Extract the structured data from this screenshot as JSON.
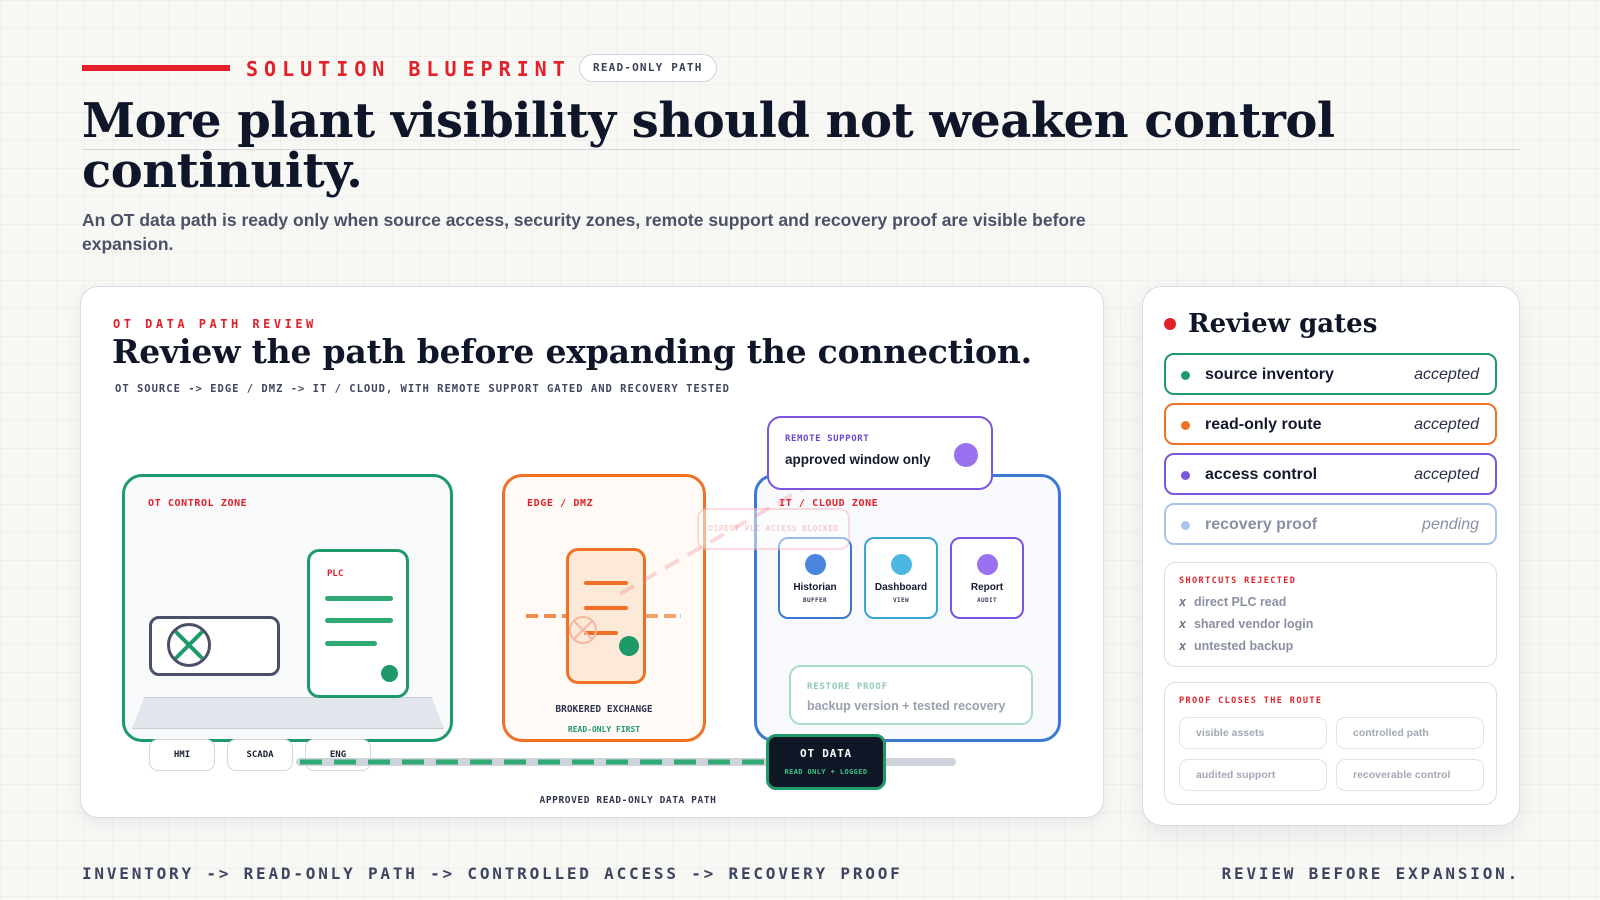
{
  "header": {
    "eyebrow": "SOLUTION BLUEPRINT",
    "pill": "READ-ONLY PATH",
    "headline": "More plant visibility should not weaken control continuity.",
    "subhead": "An OT data path is ready only when source access, security zones, remote support and recovery proof are visible before expansion."
  },
  "diagram": {
    "eyebrow": "OT DATA PATH REVIEW",
    "title": "Review the path before expanding the connection.",
    "subtitle": "OT SOURCE -> EDGE / DMZ -> IT / CLOUD, WITH REMOTE SUPPORT GATED AND RECOVERY TESTED",
    "zones": {
      "ot": "OT CONTROL ZONE",
      "edge": "EDGE / DMZ",
      "it": "IT / CLOUD ZONE"
    },
    "plc_label": "PLC",
    "chips": [
      "HMI",
      "SCADA",
      "ENG"
    ],
    "edge_caption": "BROKERED EXCHANGE",
    "edge_caption2": "READ-ONLY FIRST",
    "blocked": "DIRECT PLC ACCESS BLOCKED",
    "apps": [
      {
        "name": "Historian",
        "tag": "BUFFER",
        "color": "#4a86dd",
        "border": "#3a79d4"
      },
      {
        "name": "Dashboard",
        "tag": "VIEW",
        "color": "#4bb8e4",
        "border": "#3aa6d4"
      },
      {
        "name": "Report",
        "tag": "AUDIT",
        "color": "#9a72f0",
        "border": "#7c55de"
      }
    ],
    "restore": {
      "label": "RESTORE PROOF",
      "text": "backup version + tested recovery"
    },
    "remote": {
      "label": "REMOTE SUPPORT",
      "text": "approved window only"
    },
    "otdata": {
      "title": "OT DATA",
      "sub": "READ ONLY + LOGGED"
    },
    "path_caption": "APPROVED READ-ONLY DATA PATH"
  },
  "panel": {
    "title": "Review gates",
    "gates": [
      {
        "name": "source inventory",
        "status": "accepted",
        "color": "#1e9a6a"
      },
      {
        "name": "read-only route",
        "status": "accepted",
        "color": "#f07126"
      },
      {
        "name": "access control",
        "status": "accepted",
        "color": "#7c55de"
      },
      {
        "name": "recovery proof",
        "status": "pending",
        "color": "#a9c4ec"
      }
    ],
    "shortcuts": {
      "heading": "SHORTCUTS REJECTED",
      "items": [
        "direct PLC read",
        "shared vendor login",
        "untested backup"
      ],
      "marker": "x"
    },
    "proof": {
      "heading": "PROOF CLOSES THE ROUTE",
      "items": [
        "visible assets",
        "controlled path",
        "audited support",
        "recoverable control"
      ]
    }
  },
  "footer": {
    "left": "INVENTORY -> READ-ONLY PATH -> CONTROLLED ACCESS -> RECOVERY PROOF",
    "right": "REVIEW BEFORE EXPANSION."
  }
}
